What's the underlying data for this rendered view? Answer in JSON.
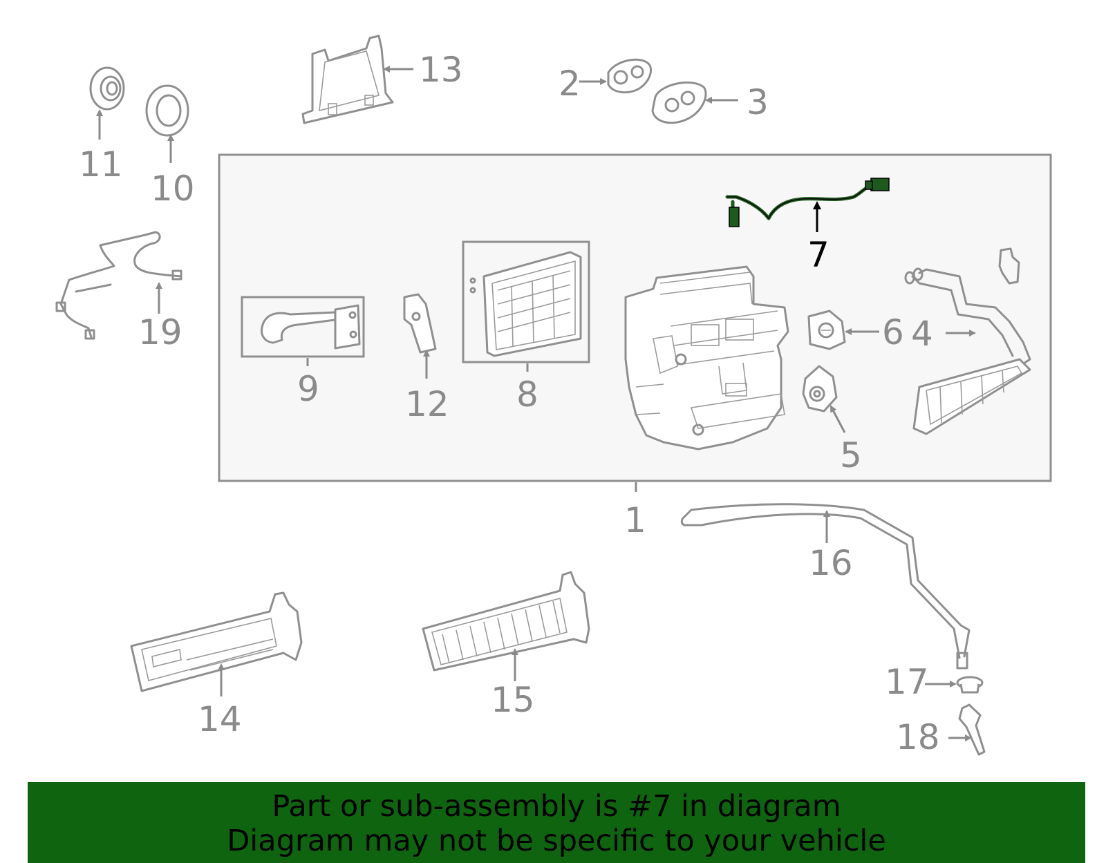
{
  "diagram": {
    "callouts": [
      {
        "id": "1",
        "text": "1"
      },
      {
        "id": "2",
        "text": "2"
      },
      {
        "id": "3",
        "text": "3"
      },
      {
        "id": "4",
        "text": "4"
      },
      {
        "id": "5",
        "text": "5"
      },
      {
        "id": "6",
        "text": "6"
      },
      {
        "id": "7",
        "text": "7"
      },
      {
        "id": "8",
        "text": "8"
      },
      {
        "id": "9",
        "text": "9"
      },
      {
        "id": "10",
        "text": "10"
      },
      {
        "id": "11",
        "text": "11"
      },
      {
        "id": "12",
        "text": "12"
      },
      {
        "id": "13",
        "text": "13"
      },
      {
        "id": "14",
        "text": "14"
      },
      {
        "id": "15",
        "text": "15"
      },
      {
        "id": "16",
        "text": "16"
      },
      {
        "id": "17",
        "text": "17"
      },
      {
        "id": "18",
        "text": "18"
      },
      {
        "id": "19",
        "text": "19"
      }
    ],
    "highlighted_part": "7"
  },
  "banner": {
    "line1": "Part or sub-assembly is #7 in diagram",
    "line2": "Diagram may not be specific to your vehicle"
  },
  "colors": {
    "banner_bg": "#0f640f",
    "highlight": "#1e5a1e",
    "part_stroke": "#8f8f8f",
    "assembly_box_bg": "#f7f7f7"
  }
}
